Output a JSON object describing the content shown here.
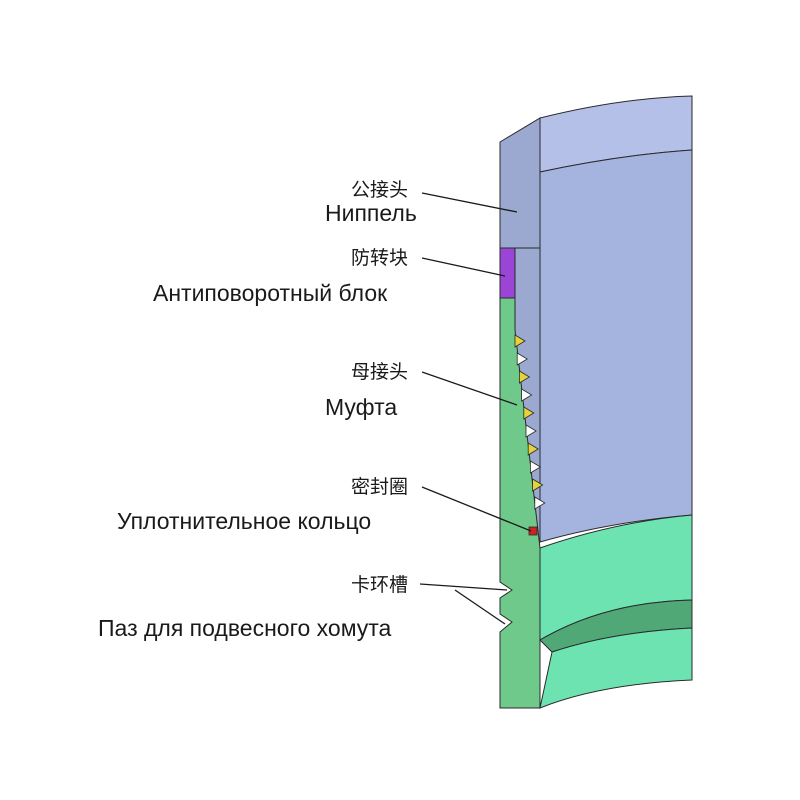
{
  "labels": {
    "nipple": {
      "zh": "公接头",
      "ru": "Ниппель"
    },
    "anti_rotation_block": {
      "zh": "防转块",
      "ru": "Антиповоротный блок"
    },
    "coupling": {
      "zh": "母接头",
      "ru": "Муфта"
    },
    "seal_ring": {
      "zh": "密封圈",
      "ru": "Уплотнительное кольцо"
    },
    "hanger_groove": {
      "zh": "卡环槽",
      "ru": "Паз для подвесного хомута"
    }
  },
  "colors": {
    "nipple_outer": "#9ba8cf",
    "nipple_inner": "#a4b4df",
    "nipple_bevel": "#b4c0e8",
    "coupling_outer": "#6fc98a",
    "coupling_inner": "#6ee3b2",
    "coupling_band": "#4fa876",
    "anti_rotation_block": "#9b45d6",
    "seal_ring": "#cc2222",
    "thread_highlight": "#e6d23a",
    "outline": "#2a2a2a"
  }
}
